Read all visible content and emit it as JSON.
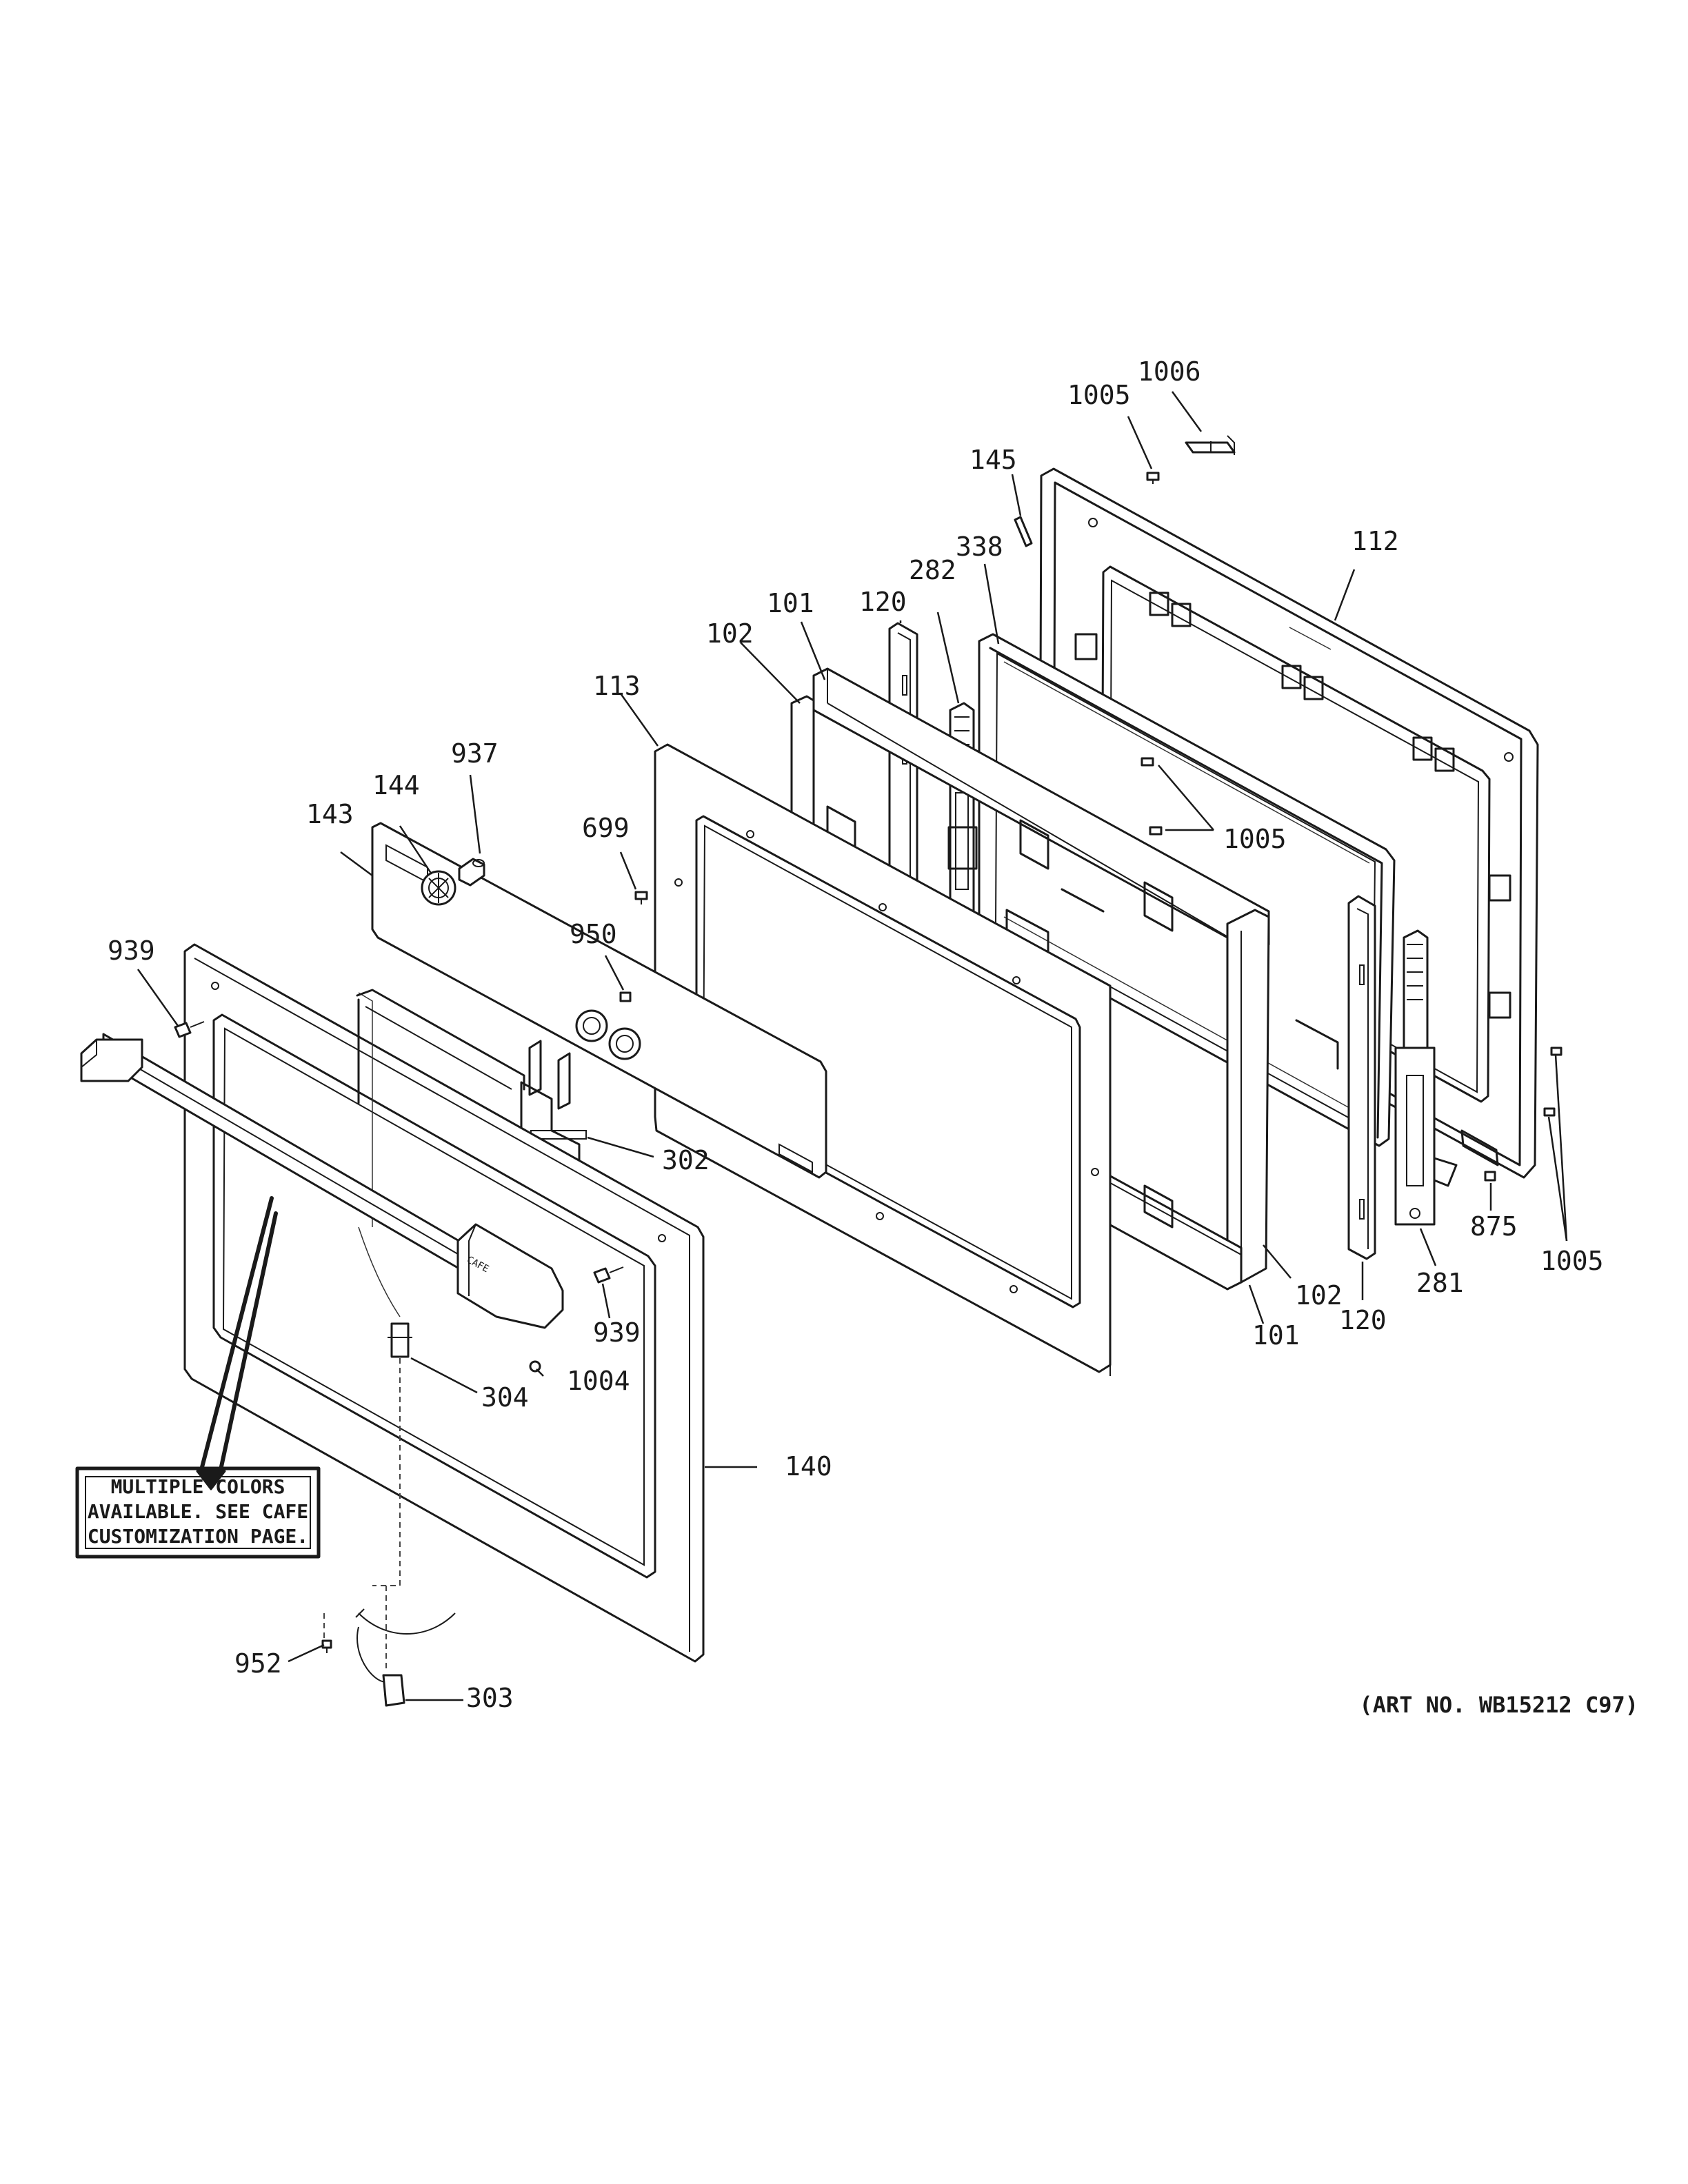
{
  "callouts": {
    "c1006": "1006",
    "c1005_top": "1005",
    "c145": "145",
    "c112": "112",
    "c338": "338",
    "c282": "282",
    "c120_top": "120",
    "c101_top": "101",
    "c102_top": "102",
    "c113": "113",
    "c937": "937",
    "c144": "144",
    "c143": "143",
    "c699": "699",
    "c1005_mid": "1005",
    "c950": "950",
    "c939_left": "939",
    "c302": "302",
    "c875": "875",
    "c1005_right": "1005",
    "c281": "281",
    "c120_bottom": "120",
    "c102_bottom": "102",
    "c101_bottom": "101",
    "c939_right": "939",
    "c304": "304",
    "c1004": "1004",
    "c140": "140",
    "c952": "952",
    "c303": "303"
  },
  "note": {
    "line1": "MULTIPLE COLORS",
    "line2": "AVAILABLE. SEE CAFE",
    "line3": "CUSTOMIZATION PAGE."
  },
  "handle_logo": "CAFE",
  "art_number": "(ART NO. WB15212 C97)"
}
